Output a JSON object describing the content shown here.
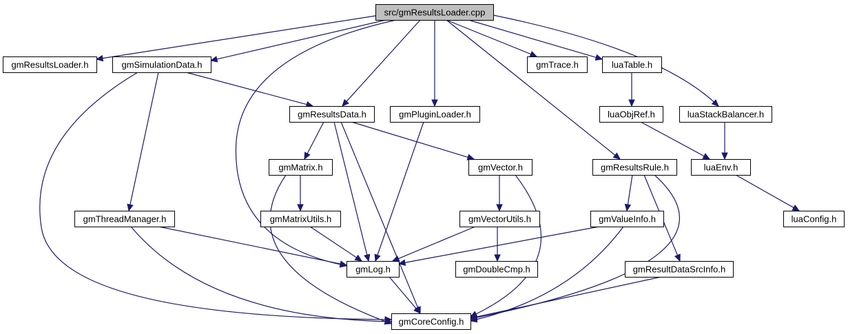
{
  "graph": {
    "root": "src/gmResultsLoader.cpp",
    "colors": {
      "edge": "#191970",
      "root_fill": "#bfbfbf",
      "node_fill": "#ffffff",
      "border": "#000000"
    },
    "nodes": [
      {
        "id": "root",
        "label": "src/gmResultsLoader.cpp"
      },
      {
        "id": "resultsloader_h",
        "label": "gmResultsLoader.h"
      },
      {
        "id": "simulationdata",
        "label": "gmSimulationData.h"
      },
      {
        "id": "gmtrace",
        "label": "gmTrace.h"
      },
      {
        "id": "luatable",
        "label": "luaTable.h"
      },
      {
        "id": "resultsdata",
        "label": "gmResultsData.h"
      },
      {
        "id": "pluginloader",
        "label": "gmPluginLoader.h"
      },
      {
        "id": "luaobjref",
        "label": "luaObjRef.h"
      },
      {
        "id": "luastackbalancer",
        "label": "luaStackBalancer.h"
      },
      {
        "id": "gmmatrix",
        "label": "gmMatrix.h"
      },
      {
        "id": "gmvector",
        "label": "gmVector.h"
      },
      {
        "id": "resultsrule",
        "label": "gmResultsRule.h"
      },
      {
        "id": "luaenv",
        "label": "luaEnv.h"
      },
      {
        "id": "threadmanager",
        "label": "gmThreadManager.h"
      },
      {
        "id": "matrixutils",
        "label": "gmMatrixUtils.h"
      },
      {
        "id": "vectorutils",
        "label": "gmVectorUtils.h"
      },
      {
        "id": "valueinfo",
        "label": "gmValueInfo.h"
      },
      {
        "id": "luaconfig",
        "label": "luaConfig.h"
      },
      {
        "id": "gmlog",
        "label": "gmLog.h"
      },
      {
        "id": "doublecmp",
        "label": "gmDoubleCmp.h"
      },
      {
        "id": "resultdatasrcinfo",
        "label": "gmResultDataSrcInfo.h"
      },
      {
        "id": "coreconfig",
        "label": "gmCoreConfig.h"
      }
    ],
    "edges": [
      [
        "root",
        "resultsloader_h"
      ],
      [
        "root",
        "simulationdata"
      ],
      [
        "root",
        "gmlog"
      ],
      [
        "root",
        "resultsdata"
      ],
      [
        "root",
        "pluginloader"
      ],
      [
        "root",
        "gmtrace"
      ],
      [
        "root",
        "luatable"
      ],
      [
        "root",
        "resultsrule"
      ],
      [
        "root",
        "luastackbalancer"
      ],
      [
        "simulationdata",
        "resultsdata"
      ],
      [
        "simulationdata",
        "threadmanager"
      ],
      [
        "simulationdata",
        "coreconfig"
      ],
      [
        "luatable",
        "luaobjref"
      ],
      [
        "luaobjref",
        "luaenv"
      ],
      [
        "luastackbalancer",
        "luaenv"
      ],
      [
        "luaenv",
        "luaconfig"
      ],
      [
        "resultsdata",
        "gmmatrix"
      ],
      [
        "resultsdata",
        "gmvector"
      ],
      [
        "resultsdata",
        "gmlog"
      ],
      [
        "resultsdata",
        "coreconfig"
      ],
      [
        "pluginloader",
        "gmlog"
      ],
      [
        "gmmatrix",
        "matrixutils"
      ],
      [
        "gmmatrix",
        "coreconfig"
      ],
      [
        "gmvector",
        "vectorutils"
      ],
      [
        "gmvector",
        "coreconfig"
      ],
      [
        "matrixutils",
        "gmlog"
      ],
      [
        "vectorutils",
        "gmlog"
      ],
      [
        "vectorutils",
        "doublecmp"
      ],
      [
        "threadmanager",
        "gmlog"
      ],
      [
        "threadmanager",
        "coreconfig"
      ],
      [
        "resultsrule",
        "valueinfo"
      ],
      [
        "resultsrule",
        "resultdatasrcinfo"
      ],
      [
        "resultsrule",
        "coreconfig"
      ],
      [
        "valueinfo",
        "gmlog"
      ],
      [
        "valueinfo",
        "coreconfig"
      ],
      [
        "resultdatasrcinfo",
        "coreconfig"
      ],
      [
        "gmlog",
        "coreconfig"
      ]
    ]
  }
}
